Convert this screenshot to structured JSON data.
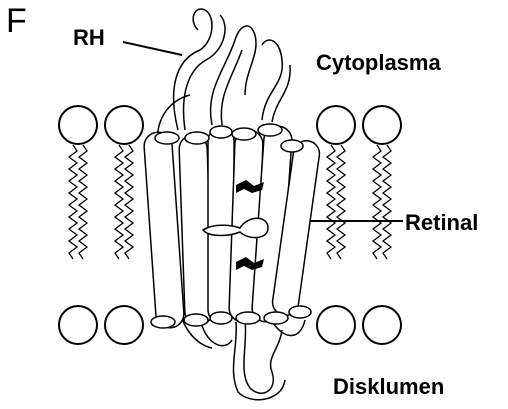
{
  "labels": {
    "panel": "F",
    "rh": "RH",
    "cytoplasm": "Cytoplasma",
    "retinal": "Retinal",
    "lumen": "Disklumen"
  }
}
